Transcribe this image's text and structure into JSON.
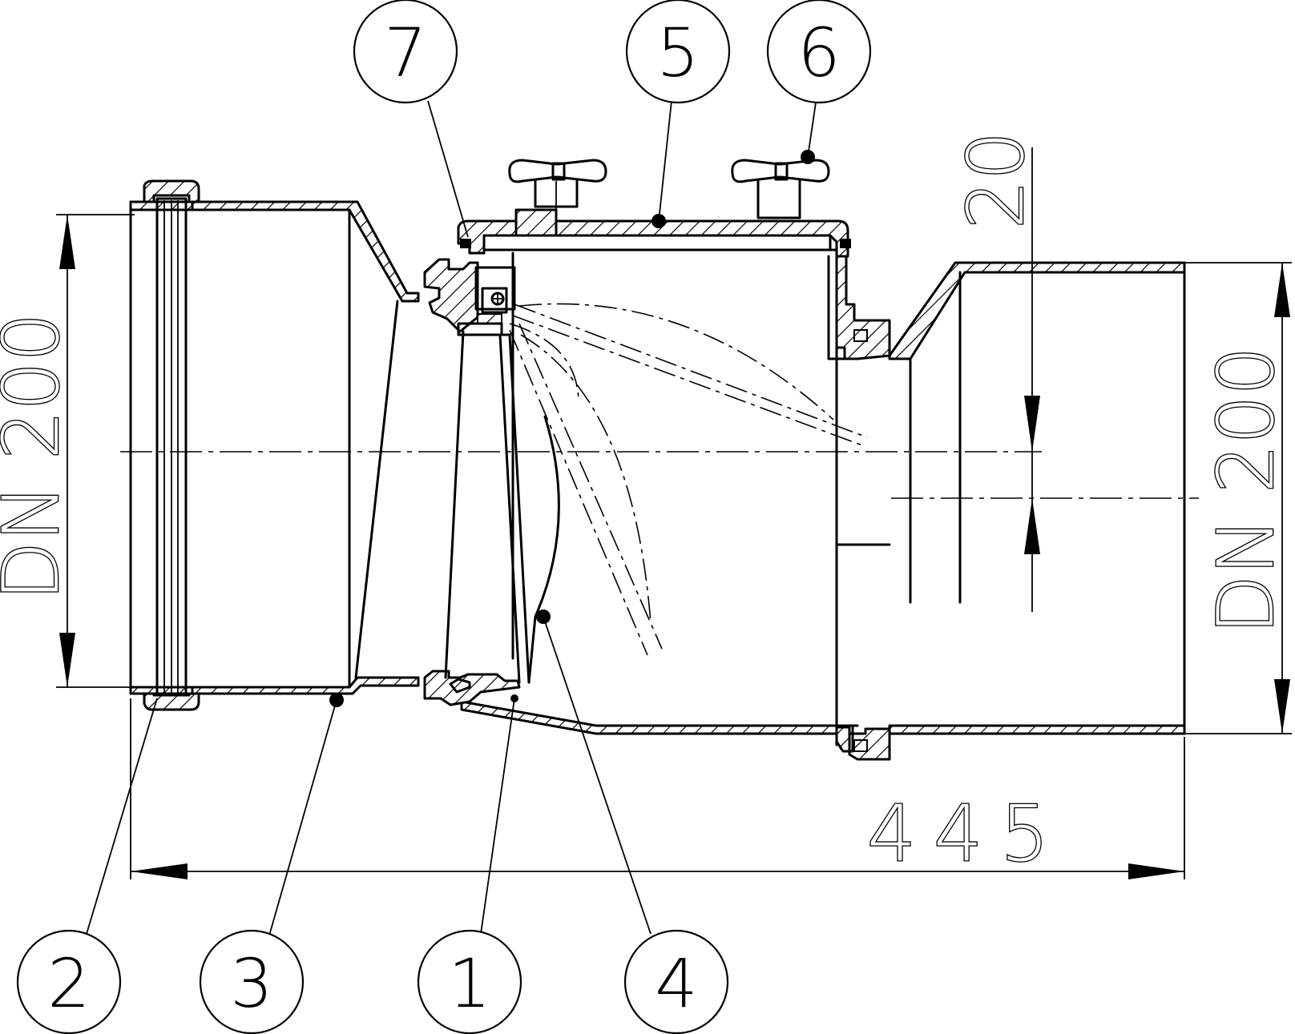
{
  "diagram": {
    "callouts": [
      "1",
      "2",
      "3",
      "4",
      "5",
      "6",
      "7"
    ],
    "dimensions": {
      "left_diameter": "DN 200",
      "right_diameter": "DN 200",
      "overall_length": "445",
      "offset": "20"
    }
  }
}
